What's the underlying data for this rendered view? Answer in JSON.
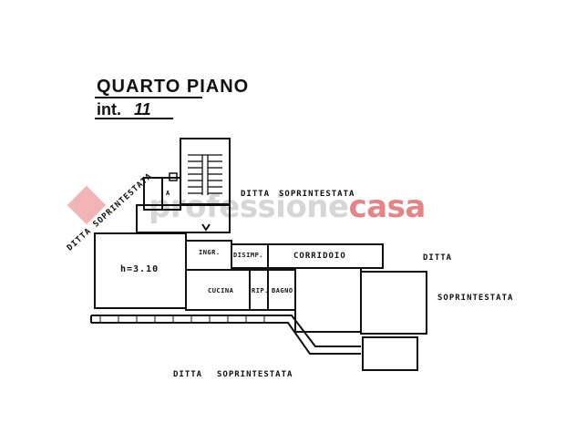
{
  "header": {
    "floor_title": "QUARTO PIANO",
    "unit_prefix": "int.",
    "unit_number": "11"
  },
  "rooms": {
    "main_room": "h=3.10",
    "ingresso": "INGR.",
    "disimpegno": "DISIMP.",
    "corridoio": "CORRIDOIO",
    "cucina": "CUCINA",
    "ripostiglio": "RIP.",
    "bagno": "BAGNO",
    "stair_a": "A"
  },
  "neighbors": {
    "top_left_diagonal": "DITTA SOPRINTESTATA",
    "top_center_1": "DITTA",
    "top_center_2": "SOPRINTESTATA",
    "right_1": "DITTA",
    "right_2": "SOPRINTESTATA",
    "bottom_1": "DITTA",
    "bottom_2": "SOPRINTESTATA"
  },
  "watermark": {
    "part1": "professione",
    "part2": "casa"
  },
  "colors": {
    "ink": "#111111",
    "watermark_grey": "#c8c8c8",
    "watermark_red": "#dc5a5f"
  }
}
